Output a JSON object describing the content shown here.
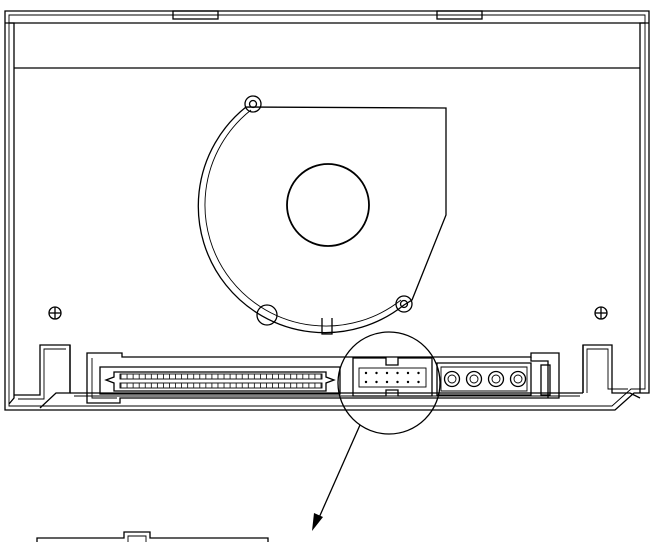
{
  "diagram": {
    "subject": "rear-panel-technical-drawing",
    "line_color": "#000000",
    "background": "#ffffff",
    "scsi_pin_rows": 2,
    "scsi_pins_per_row": 34,
    "jumper_pins_per_row": 6,
    "power_connector_pins": 4
  }
}
